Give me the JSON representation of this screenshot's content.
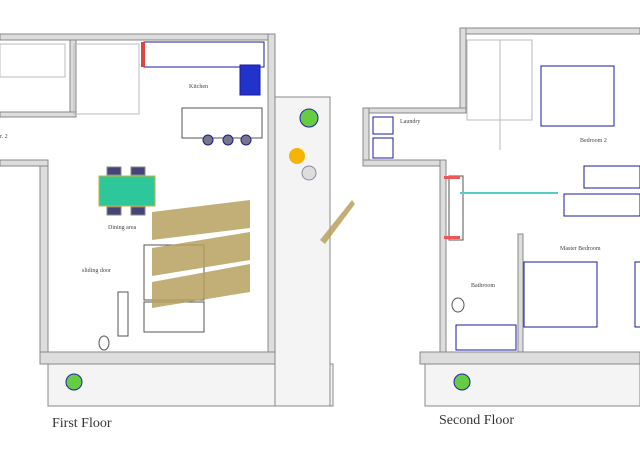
{
  "first_floor": {
    "title": "First Floor",
    "rooms": [
      "Kitchen",
      "Dining area",
      "r. 2"
    ],
    "annotations": [
      "sliding door"
    ]
  },
  "second_floor": {
    "title": "Second Floor",
    "rooms": [
      "Laundry",
      "Bedroom 2",
      "Master Bedroom",
      "Bathroom"
    ]
  },
  "colors": {
    "wall": "#d0d0d0",
    "furniture": "#1a1aa0",
    "table": "#2ec79a",
    "logo": "#b8a060"
  }
}
